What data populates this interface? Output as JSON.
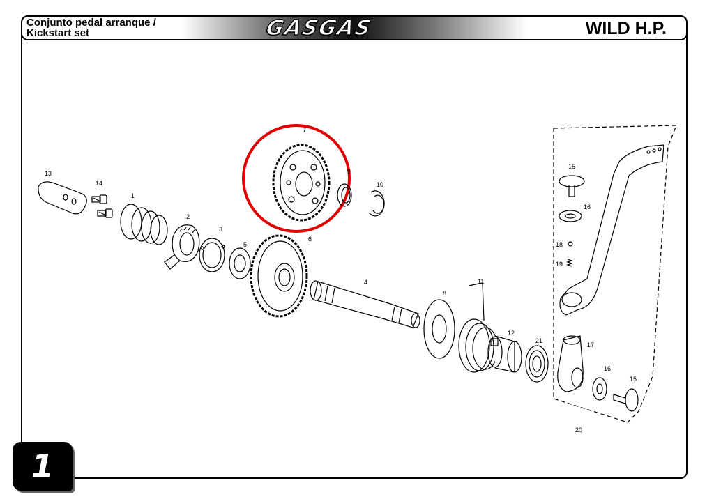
{
  "header": {
    "title_line1": "Conjunto pedal arranque /",
    "title_line2": "Kickstart set",
    "brand": "GASGAS",
    "model": "WILD H.P."
  },
  "page": {
    "number": "1"
  },
  "highlight_color": "#e00000",
  "labels": {
    "p1": "1",
    "p2": "2",
    "p3": "3",
    "p4": "4",
    "p5": "5",
    "p6": "6",
    "p7": "7",
    "p8": "8",
    "p9": "9",
    "p10": "10",
    "p11": "11",
    "p12": "12",
    "p13": "13",
    "p14": "14",
    "p15a": "15",
    "p15b": "15",
    "p16a": "16",
    "p16b": "16",
    "p17": "17",
    "p18": "18",
    "p19": "19",
    "p20": "20",
    "p21": "21"
  }
}
